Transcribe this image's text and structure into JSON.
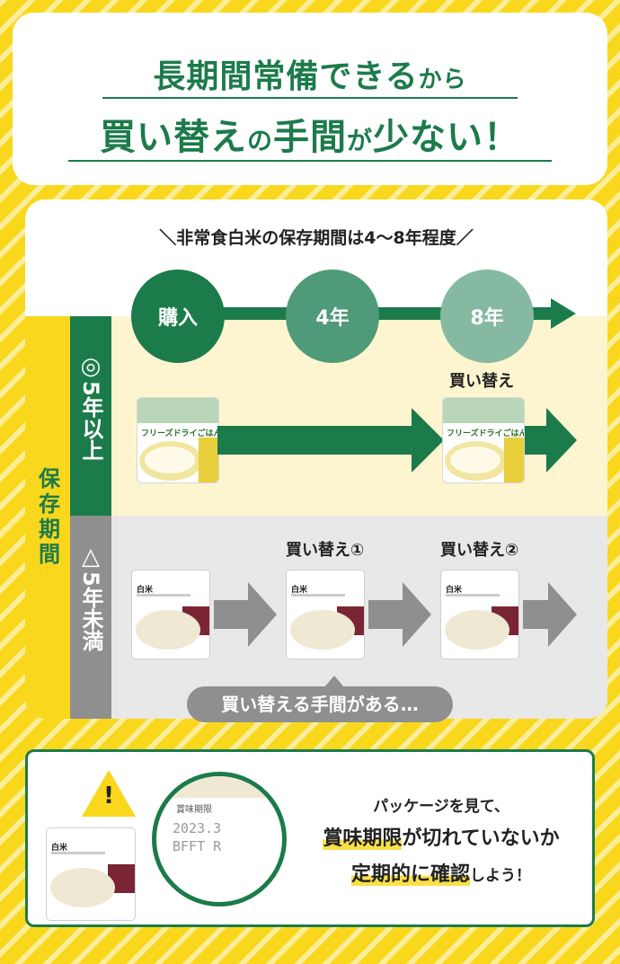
{
  "headline": {
    "line1_main": "長期間常備できる",
    "line1_small": "から",
    "line2_a": "買い替え",
    "line2_no": "の",
    "line2_b": "手間",
    "line2_ga": "が",
    "line2_c": "少ない！"
  },
  "subtitle": "＼非常食白米の保存期間は4〜8年程度／",
  "timeline": {
    "nodes": [
      {
        "label": "購入",
        "color": "#1c7b4b"
      },
      {
        "label": "4年",
        "color": "#4f9a78"
      },
      {
        "label": "8年",
        "color": "#86b9a1"
      }
    ]
  },
  "side_label": "保存期間",
  "rows": {
    "long": {
      "symbol": "◎",
      "label": "5年以上",
      "product_name": "フリーズドライごはん",
      "replace_caption": "買い替え"
    },
    "short": {
      "symbol": "△",
      "label": "5年未満",
      "product_name": "白米",
      "replace_caption_1": "買い替え①",
      "replace_caption_2": "買い替え②",
      "note": "買い替える手間がある…"
    }
  },
  "check": {
    "warning_mark": "!",
    "zoom_header": "賞味期限",
    "stamp": "2023.3\nBFFT R",
    "pack_name": "白米",
    "line1": "パッケージを見て、",
    "line2_hl": "賞味期限",
    "line2_rest": "が切れていないか",
    "line3_hl": "定期的に確認",
    "line3_rest": "しよう！"
  },
  "colors": {
    "brand_green": "#1c7b4b",
    "background_yellow": "#f9d71c",
    "gray": "#8f8f8f"
  }
}
